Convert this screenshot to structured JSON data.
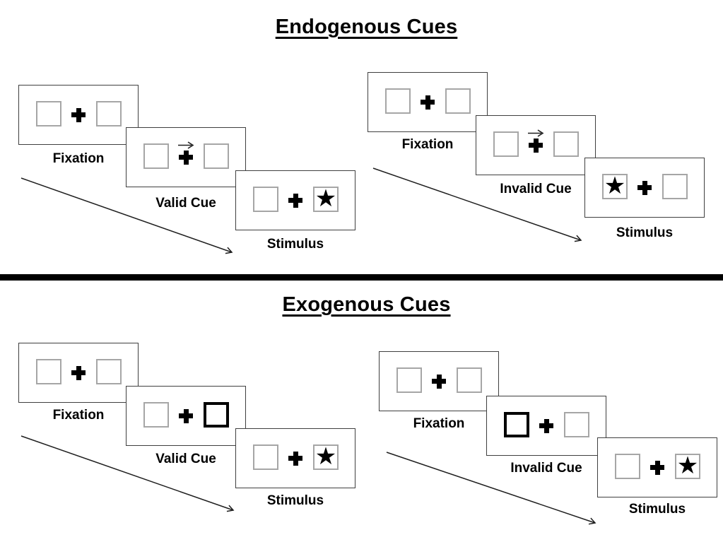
{
  "page": {
    "background": "#ffffff",
    "divider_color": "#000000"
  },
  "colors": {
    "panel_border": "#3f3f3f",
    "placeholder_box_border": "#a6a6a6",
    "cue_box_border": "#000000",
    "ink": "#000000"
  },
  "icons": {
    "star": "★",
    "fixation_cross": "plus-cross",
    "cue_arrow": "right-arrow"
  },
  "sections": [
    {
      "title": "Endogenous Cues",
      "groups": [
        {
          "name": "valid-trial",
          "panels": [
            {
              "label": "Fixation",
              "left": "empty",
              "right": "empty",
              "cue": "none"
            },
            {
              "label": "Valid Cue",
              "left": "empty",
              "right": "empty",
              "cue": "arrow-right"
            },
            {
              "label": "Stimulus",
              "left": "empty",
              "right": "star",
              "cue": "none"
            }
          ]
        },
        {
          "name": "invalid-trial",
          "panels": [
            {
              "label": "Fixation",
              "left": "empty",
              "right": "empty",
              "cue": "none"
            },
            {
              "label": "Invalid Cue",
              "left": "empty",
              "right": "empty",
              "cue": "arrow-right"
            },
            {
              "label": "Stimulus",
              "left": "star",
              "right": "empty",
              "cue": "none"
            }
          ]
        }
      ]
    },
    {
      "title": "Exogenous Cues",
      "groups": [
        {
          "name": "valid-trial",
          "panels": [
            {
              "label": "Fixation",
              "left": "empty",
              "right": "empty",
              "cue": "none"
            },
            {
              "label": "Valid Cue",
              "left": "empty",
              "right": "highlighted-box",
              "cue": "none"
            },
            {
              "label": "Stimulus",
              "left": "empty",
              "right": "star",
              "cue": "none"
            }
          ]
        },
        {
          "name": "invalid-trial",
          "panels": [
            {
              "label": "Fixation",
              "left": "empty",
              "right": "empty",
              "cue": "none"
            },
            {
              "label": "Invalid Cue",
              "left": "highlighted-box",
              "right": "empty",
              "cue": "none"
            },
            {
              "label": "Stimulus",
              "left": "empty",
              "right": "star",
              "cue": "none"
            }
          ]
        }
      ]
    }
  ]
}
